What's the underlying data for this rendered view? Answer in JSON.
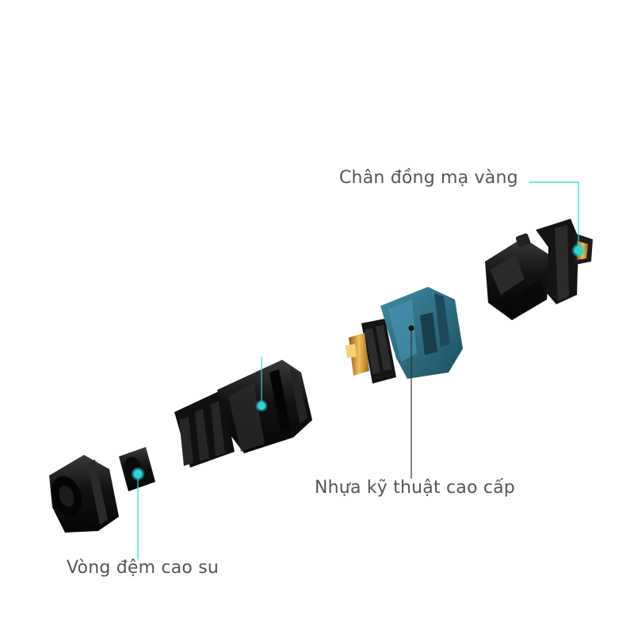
{
  "labels": {
    "gold_pins": "Chân đồng mạ vàng",
    "engineering_plastic": "Nhựa kỹ thuật cao cấp",
    "rubber_gasket": "Vòng đệm cao su"
  },
  "colors": {
    "background": "#ffffff",
    "label_text": "#555555",
    "accent_cyan": "#2ad4d4",
    "callout_dark": "#333333",
    "connector_black": "#1a1a1a",
    "insert_teal": "#2f6f86",
    "pin_gold": "#d9a441"
  }
}
